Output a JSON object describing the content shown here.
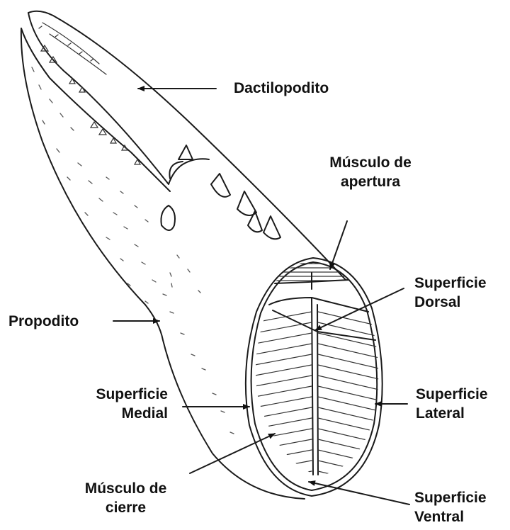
{
  "labels": {
    "dactilopodito": "Dactilopodito",
    "musculo_apertura": [
      "Músculo de",
      "apertura"
    ],
    "superficie_dorsal": [
      "Superficie",
      "Dorsal"
    ],
    "propodito": "Propodito",
    "superficie_medial": [
      "Superficie",
      "Medial"
    ],
    "superficie_lateral": [
      "Superficie",
      "Lateral"
    ],
    "musculo_cierre": [
      "Músculo de",
      "cierre"
    ],
    "superficie_ventral": [
      "Superficie",
      "Ventral"
    ]
  }
}
